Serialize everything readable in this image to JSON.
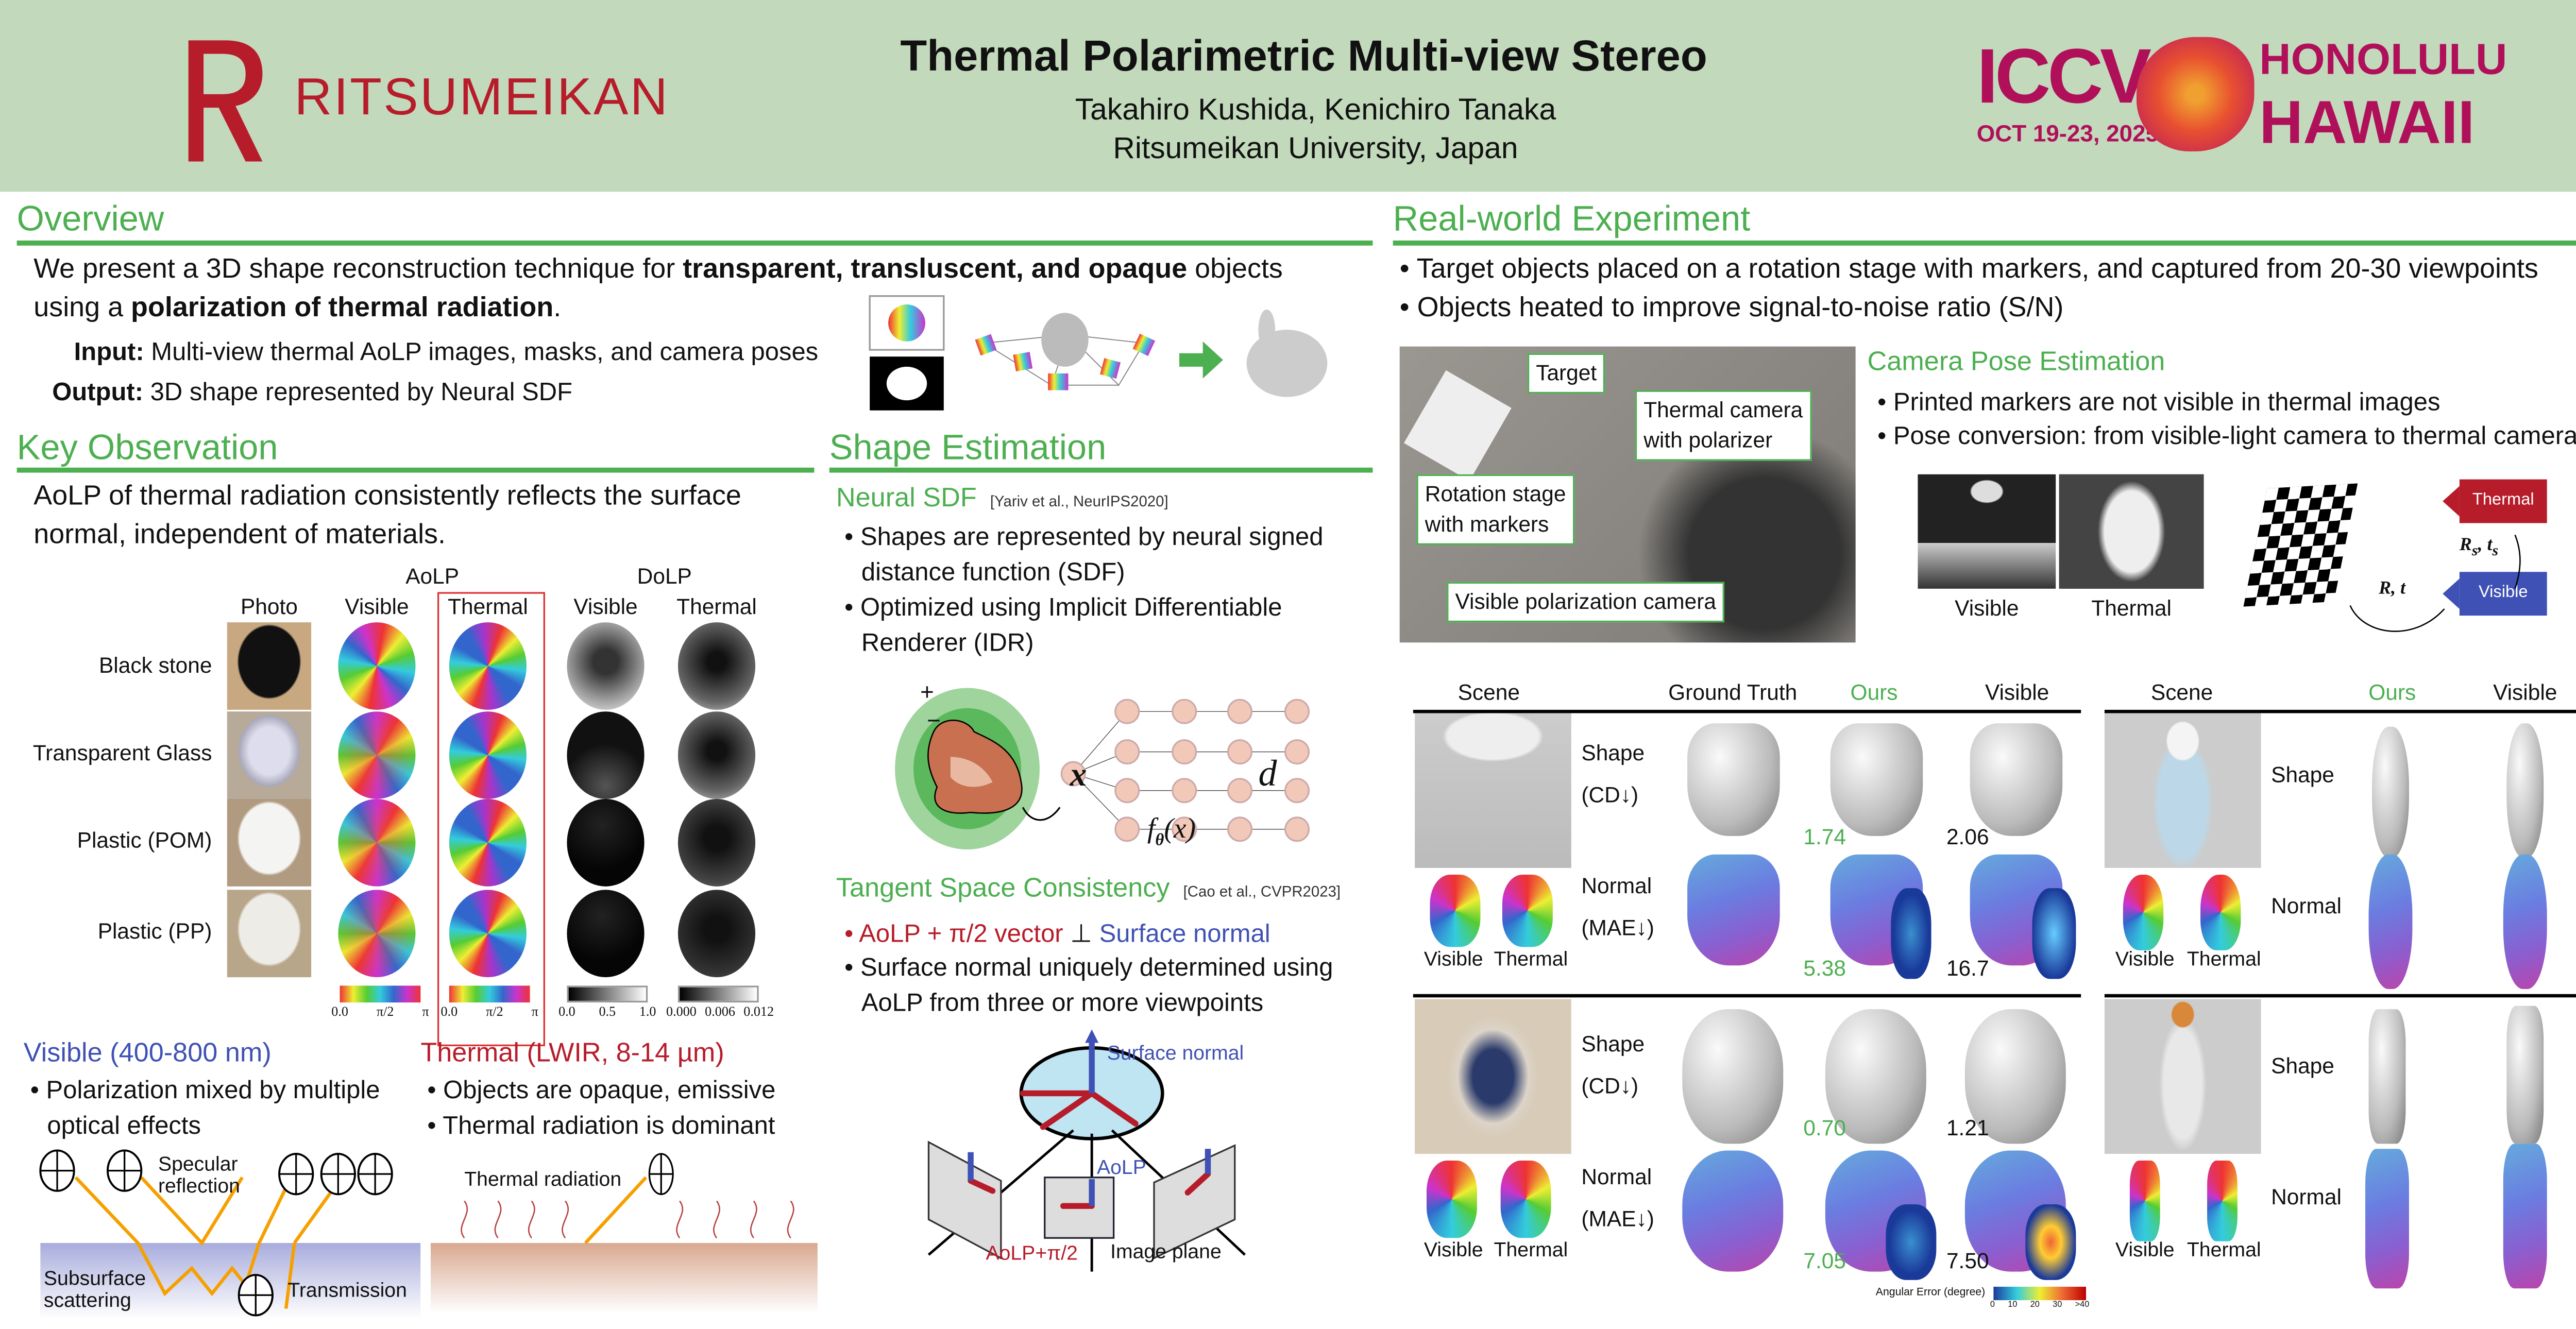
{
  "header": {
    "title": "Thermal Polarimetric Multi-view Stereo",
    "authors": "Takahiro Kushida, Kenichiro Tanaka",
    "affiliation": "Ritsumeikan University, Japan",
    "university_logo": "RITSUMEIKAN",
    "conference_logo": {
      "name": "ICCV",
      "dates": "OCT 19-23, 2025",
      "city": "HONOLULU",
      "state": "HAWAII"
    }
  },
  "overview": {
    "heading": "Overview",
    "line1_pre": "We present a 3D shape reconstruction technique for ",
    "line1_bold": "transparent, transluscent, and opaque",
    "line1_post": " objects",
    "line2_pre": "using a ",
    "line2_bold": "polarization of thermal radiation",
    "line2_post": ".",
    "input_label": "Input:",
    "input_text": " Multi-view thermal AoLP images, masks, and camera poses",
    "output_label": "Output:",
    "output_text": " 3D shape represented by Neural SDF"
  },
  "key_observation": {
    "heading": "Key Observation",
    "line1": "AoLP of thermal radiation consistently reflects the surface",
    "line2": "normal, independent of materials.",
    "group_aolp": "AoLP",
    "group_dolp": "DoLP",
    "columns": [
      "Photo",
      "Visible",
      "Thermal",
      "Visible",
      "Thermal"
    ],
    "rows": [
      "Black stone",
      "Transparent Glass",
      "Plastic (POM)",
      "Plastic (PP)"
    ],
    "aolp_ticks": [
      "0.0",
      "π/2",
      "π"
    ],
    "dolp_vis_ticks": [
      "0.0",
      "0.5",
      "1.0"
    ],
    "dolp_th_ticks": [
      "0.000",
      "0.006",
      "0.012"
    ],
    "visible": {
      "heading": "Visible (400-800 nm)",
      "bullet1a": "Polarization mixed by multiple",
      "bullet1b": "optical effects",
      "lbl_specular": "Specular",
      "lbl_reflection": "reflection",
      "lbl_subsurface": "Subsurface",
      "lbl_scattering": "scattering",
      "lbl_transmission": "Transmission"
    },
    "thermal": {
      "heading": "Thermal (LWIR, 8-14 µm)",
      "bullet1": "Objects are opaque, emissive",
      "bullet2": "Thermal radiation is dominant",
      "lbl_radiation": "Thermal radiation"
    }
  },
  "shape_estimation": {
    "heading": "Shape Estimation",
    "neural_sdf": {
      "title": "Neural SDF",
      "ref": "[Yariv et al., NeurIPS2020]",
      "b1a": "Shapes are represented by neural signed",
      "b1b": "distance function (SDF)",
      "b2a": "Optimized using Implicit Differentiable",
      "b2b": "Renderer (IDR)",
      "plus": "+",
      "minus": "−",
      "x": "x",
      "d": "d",
      "f": "f",
      "theta": "θ",
      "fx": "(x)"
    },
    "tangent": {
      "title": "Tangent Space Consistency",
      "ref": "[Cao et al., CVPR2023]",
      "b1_red": "AoLP + π/2 vector",
      "b1_perp": " ⊥ ",
      "b1_blue": "Surface normal",
      "b2a": "Surface normal uniquely determined using",
      "b2b": "AoLP from three or more viewpoints",
      "lbl_normal": "Surface normal",
      "lbl_aolp": "AoLP",
      "lbl_aolp90": "AoLP+π/2",
      "lbl_plane": "Image plane"
    }
  },
  "experiment": {
    "heading": "Real-world Experiment",
    "b1": "Target objects placed on a rotation stage with markers, and captured from 20-30 viewpoints",
    "b2": "Objects heated to improve signal-to-noise ratio (S/N)",
    "callouts": {
      "target": "Target",
      "thermal_a": "Thermal camera",
      "thermal_b": "with polarizer",
      "stage_a": "Rotation stage",
      "stage_b": "with markers",
      "visible": "Visible polarization camera"
    },
    "pose": {
      "title": "Camera Pose Estimation",
      "b1": "Printed markers are not visible in thermal images",
      "b2": "Pose conversion: from visible-light camera to thermal camera",
      "img_visible": "Visible",
      "img_thermal": "Thermal",
      "cam_thermal": "Thermal",
      "cam_visible": "Visible",
      "rs": "R",
      "rs_sub": "s",
      "ts": "t",
      "ts_sub": "s",
      "rt": "R, t"
    },
    "table_left": {
      "columns": [
        "Scene",
        "Ground Truth",
        "Ours",
        "Visible"
      ],
      "shape_label": "Shape",
      "cd_label": "(CD↓)",
      "normal_label": "Normal",
      "mae_label": "(MAE↓)",
      "input_visible": "Visible",
      "input_thermal": "Thermal",
      "objects": [
        {
          "cd_ours": "1.74",
          "cd_visible": "2.06",
          "mae_ours": "5.38",
          "mae_visible": "16.7"
        },
        {
          "cd_ours": "0.70",
          "cd_visible": "1.21",
          "mae_ours": "7.05",
          "mae_visible": "7.50"
        }
      ]
    },
    "table_right": {
      "columns": [
        "Scene",
        "Ours",
        "Visible"
      ],
      "shape_label": "Shape",
      "normal_label": "Normal",
      "input_visible": "Visible",
      "input_thermal": "Thermal"
    },
    "colorbar": {
      "label": "Angular Error (degree)",
      "ticks": [
        "0",
        "10",
        "20",
        "30",
        ">40"
      ]
    }
  },
  "colors": {
    "green": "#4caf50",
    "header_bg": "#c2d9bc",
    "red": "#b71c2a",
    "blue": "#3f51b5"
  }
}
